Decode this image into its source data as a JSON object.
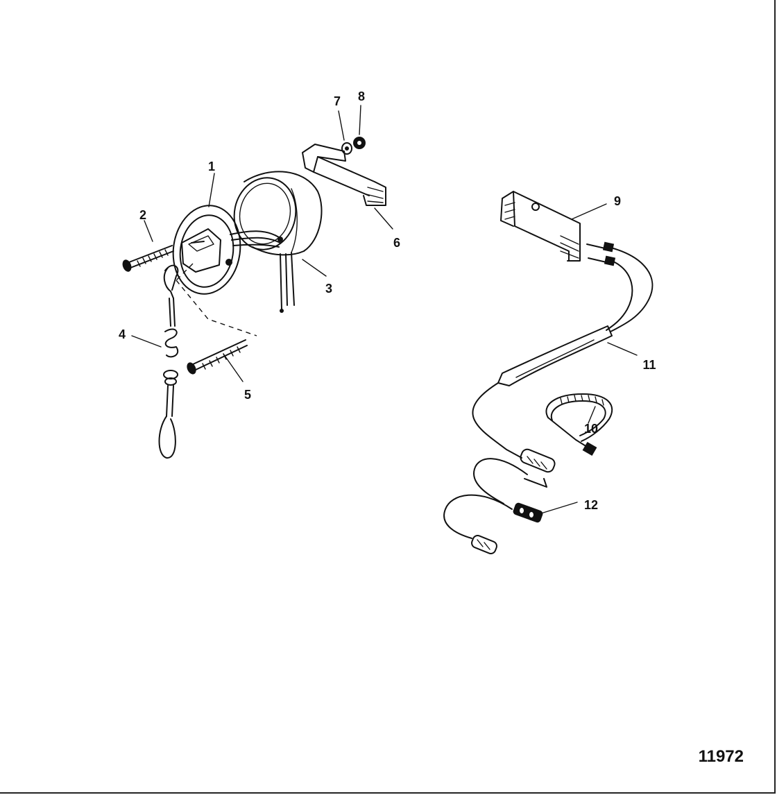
{
  "figure_number": "11972",
  "callouts": [
    {
      "id": "c1",
      "text": "1"
    },
    {
      "id": "c2",
      "text": "2"
    },
    {
      "id": "c3",
      "text": "3"
    },
    {
      "id": "c4",
      "text": "4"
    },
    {
      "id": "c5",
      "text": "5"
    },
    {
      "id": "c6",
      "text": "6"
    },
    {
      "id": "c7",
      "text": "7"
    },
    {
      "id": "c8",
      "text": "8"
    },
    {
      "id": "c9",
      "text": "9"
    },
    {
      "id": "c10",
      "text": "10"
    },
    {
      "id": "c11",
      "text": "11"
    },
    {
      "id": "c12",
      "text": "12"
    }
  ],
  "colors": {
    "ink": "#111111",
    "paper": "#ffffff"
  }
}
